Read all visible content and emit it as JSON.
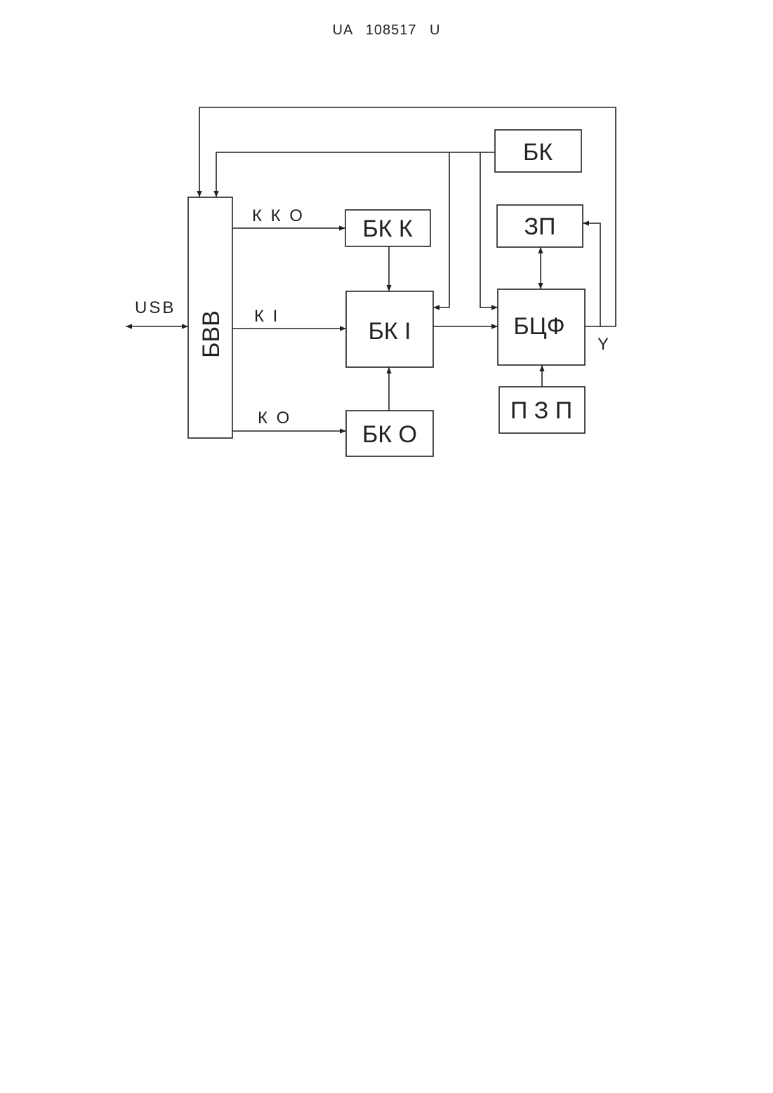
{
  "header": {
    "doc_id": "UA   108517   U"
  },
  "blocks": {
    "bk": "БК",
    "zp": "ЗП",
    "bkk": "БК К",
    "bvv": "БВВ",
    "bki": "БК І",
    "bcf": "БЦФ",
    "pzp": "П З П",
    "bko": "БК О"
  },
  "signals": {
    "usb": "USB",
    "kko": "К К О",
    "ki": "К І",
    "ko": "К О",
    "y": "Y"
  }
}
